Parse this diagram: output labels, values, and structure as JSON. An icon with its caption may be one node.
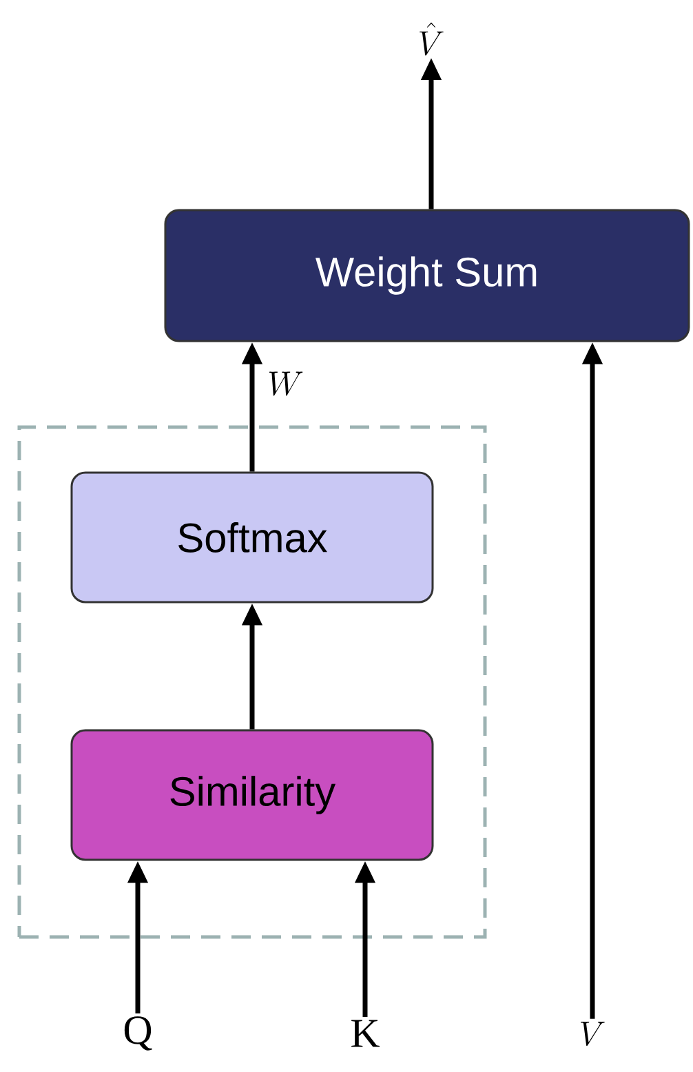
{
  "diagram": {
    "nodes": [
      {
        "text": [],
        "shape": "box"
      },
      {
        "text": [
          "Weight Sum"
        ]
      },
      {
        "text": [
          "Softmax"
        ],
        "in": 0
      },
      {
        "text": [
          "Similarity"
        ],
        "in": 0
      },
      {
        "text": [
          "Q"
        ]
      },
      {
        "text": [
          "K"
        ]
      },
      {
        "text": [
          "V"
        ]
      },
      {
        "text": [
          "\\hat{V}"
        ]
      }
    ],
    "edges": [
      {
        "from": 4,
        "to": 3,
        "arrow": "to"
      },
      {
        "from": 5,
        "to": 3,
        "arrow": "to"
      },
      {
        "from": 3,
        "to": 2,
        "arrow": "to"
      },
      {
        "from": 2,
        "to": 1,
        "arrow": "to",
        "label": "W"
      },
      {
        "from": 6,
        "to": 1,
        "arrow": "to"
      },
      {
        "from": 1,
        "to": 7,
        "arrow": "to"
      }
    ]
  }
}
